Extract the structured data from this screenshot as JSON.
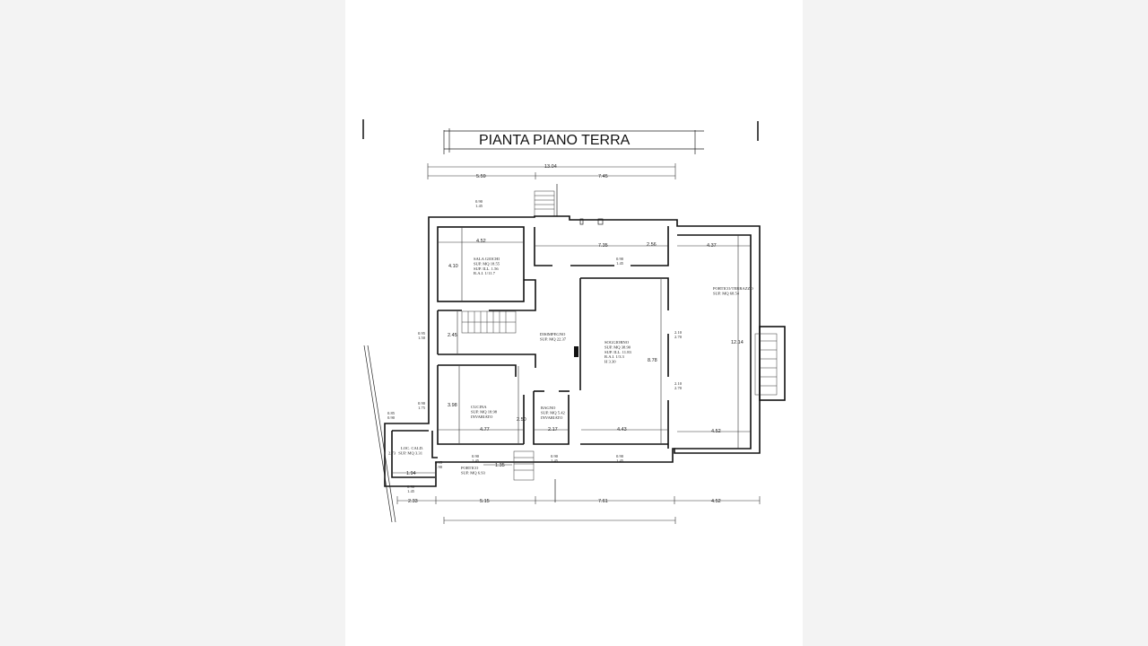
{
  "title": "PIANTA PIANO TERRA",
  "rooms": [
    {
      "id": "sala",
      "lines": [
        "SALA GIOCHI",
        "SUP. MQ 18.55",
        "SUP. ILL. 1.56",
        "R.A.I. 1/11.7"
      ]
    },
    {
      "id": "disimpegno",
      "lines": [
        "DISIMPEGNO",
        "SUP. MQ 22.37"
      ]
    },
    {
      "id": "soggiorno",
      "lines": [
        "SOGGIORNO",
        "SUP. MQ 38.90",
        "SUP. ILL. 11.83",
        "R.A.I. 1/3.3",
        "H 3.30"
      ]
    },
    {
      "id": "portico_terrazzo",
      "lines": [
        "PORTICO/TERRAZZO",
        "SUP. MQ 68.54"
      ]
    },
    {
      "id": "cucina",
      "lines": [
        "CUCINA",
        "SUP. MQ 18.98",
        "INVARIATO"
      ]
    },
    {
      "id": "bagno",
      "lines": [
        "BAGNO",
        "SUP. MQ 5.42",
        "INVARIATO"
      ]
    },
    {
      "id": "loc_cald",
      "lines": [
        "LOC. CALD.",
        "SUP. MQ 3.31"
      ]
    },
    {
      "id": "portico",
      "lines": [
        "PORTICO",
        "SUP. MQ 6.93"
      ]
    }
  ],
  "dimensions": {
    "overall_top": "13.04",
    "top_left": "5.59",
    "top_right": "7.45",
    "sala_width": "4.52",
    "sala_height": "4.10",
    "corridor_width": "7.35",
    "d_256": "2.56",
    "porch_width_top": "4.37",
    "porch_height": "12.14",
    "stair_height": "2.45",
    "soggiorno_height": "8.78",
    "cucina_height": "3.98",
    "cucina_width": "4.77",
    "d_250": "2.50",
    "bagno_width": "2.17",
    "soggiorno_width": "4.43",
    "porch_width_bottom": "4.52",
    "locale_height": "2.73",
    "locale_width": "1.94",
    "portico_width": "1.35",
    "bottom_left": "2.33",
    "bottom_mid": "5.15",
    "bottom_right1": "7.61",
    "bottom_right2": "4.52"
  },
  "windows": {
    "sala_top": [
      "0.90",
      "1.45"
    ],
    "stair_left": [
      "0.95",
      "1.50"
    ],
    "cucina_left": [
      "0.90",
      "1.75"
    ],
    "locale_top": [
      "0.85",
      "0.90"
    ],
    "locale_right": [
      "0.85",
      "1.90"
    ],
    "soggiorno_top": [
      "0.90",
      "1.45"
    ],
    "soggiorno_right_top": [
      "2.10",
      "2.70"
    ],
    "soggiorno_right_bottom": [
      "2.10",
      "2.70"
    ],
    "cucina_bottom": [
      "0.90",
      "1.45"
    ],
    "bagno_bottom": [
      "0.90",
      "1.45"
    ],
    "soggiorno_bottom": [
      "0.90",
      "1.45"
    ],
    "portico_bottom": [
      "0.90",
      "1.45"
    ]
  }
}
